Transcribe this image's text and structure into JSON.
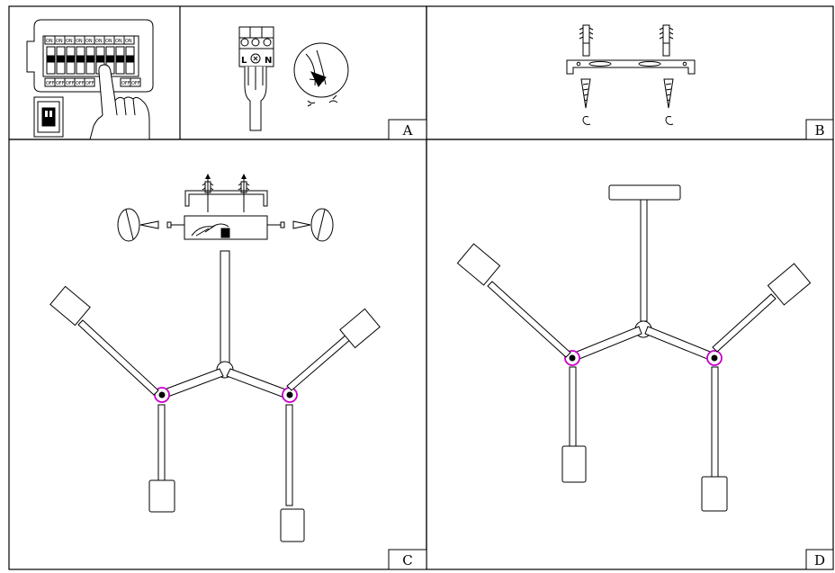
{
  "panels": {
    "A": {
      "label": "A",
      "switch_on": "ON",
      "switch_off": "OFF",
      "terminals": [
        "L",
        "N"
      ]
    },
    "B": {
      "label": "B"
    },
    "C": {
      "label": "C"
    },
    "D": {
      "label": "D"
    }
  },
  "colors": {
    "line": "#000000",
    "joint_accent": "#c800c8",
    "background": "#ffffff"
  }
}
